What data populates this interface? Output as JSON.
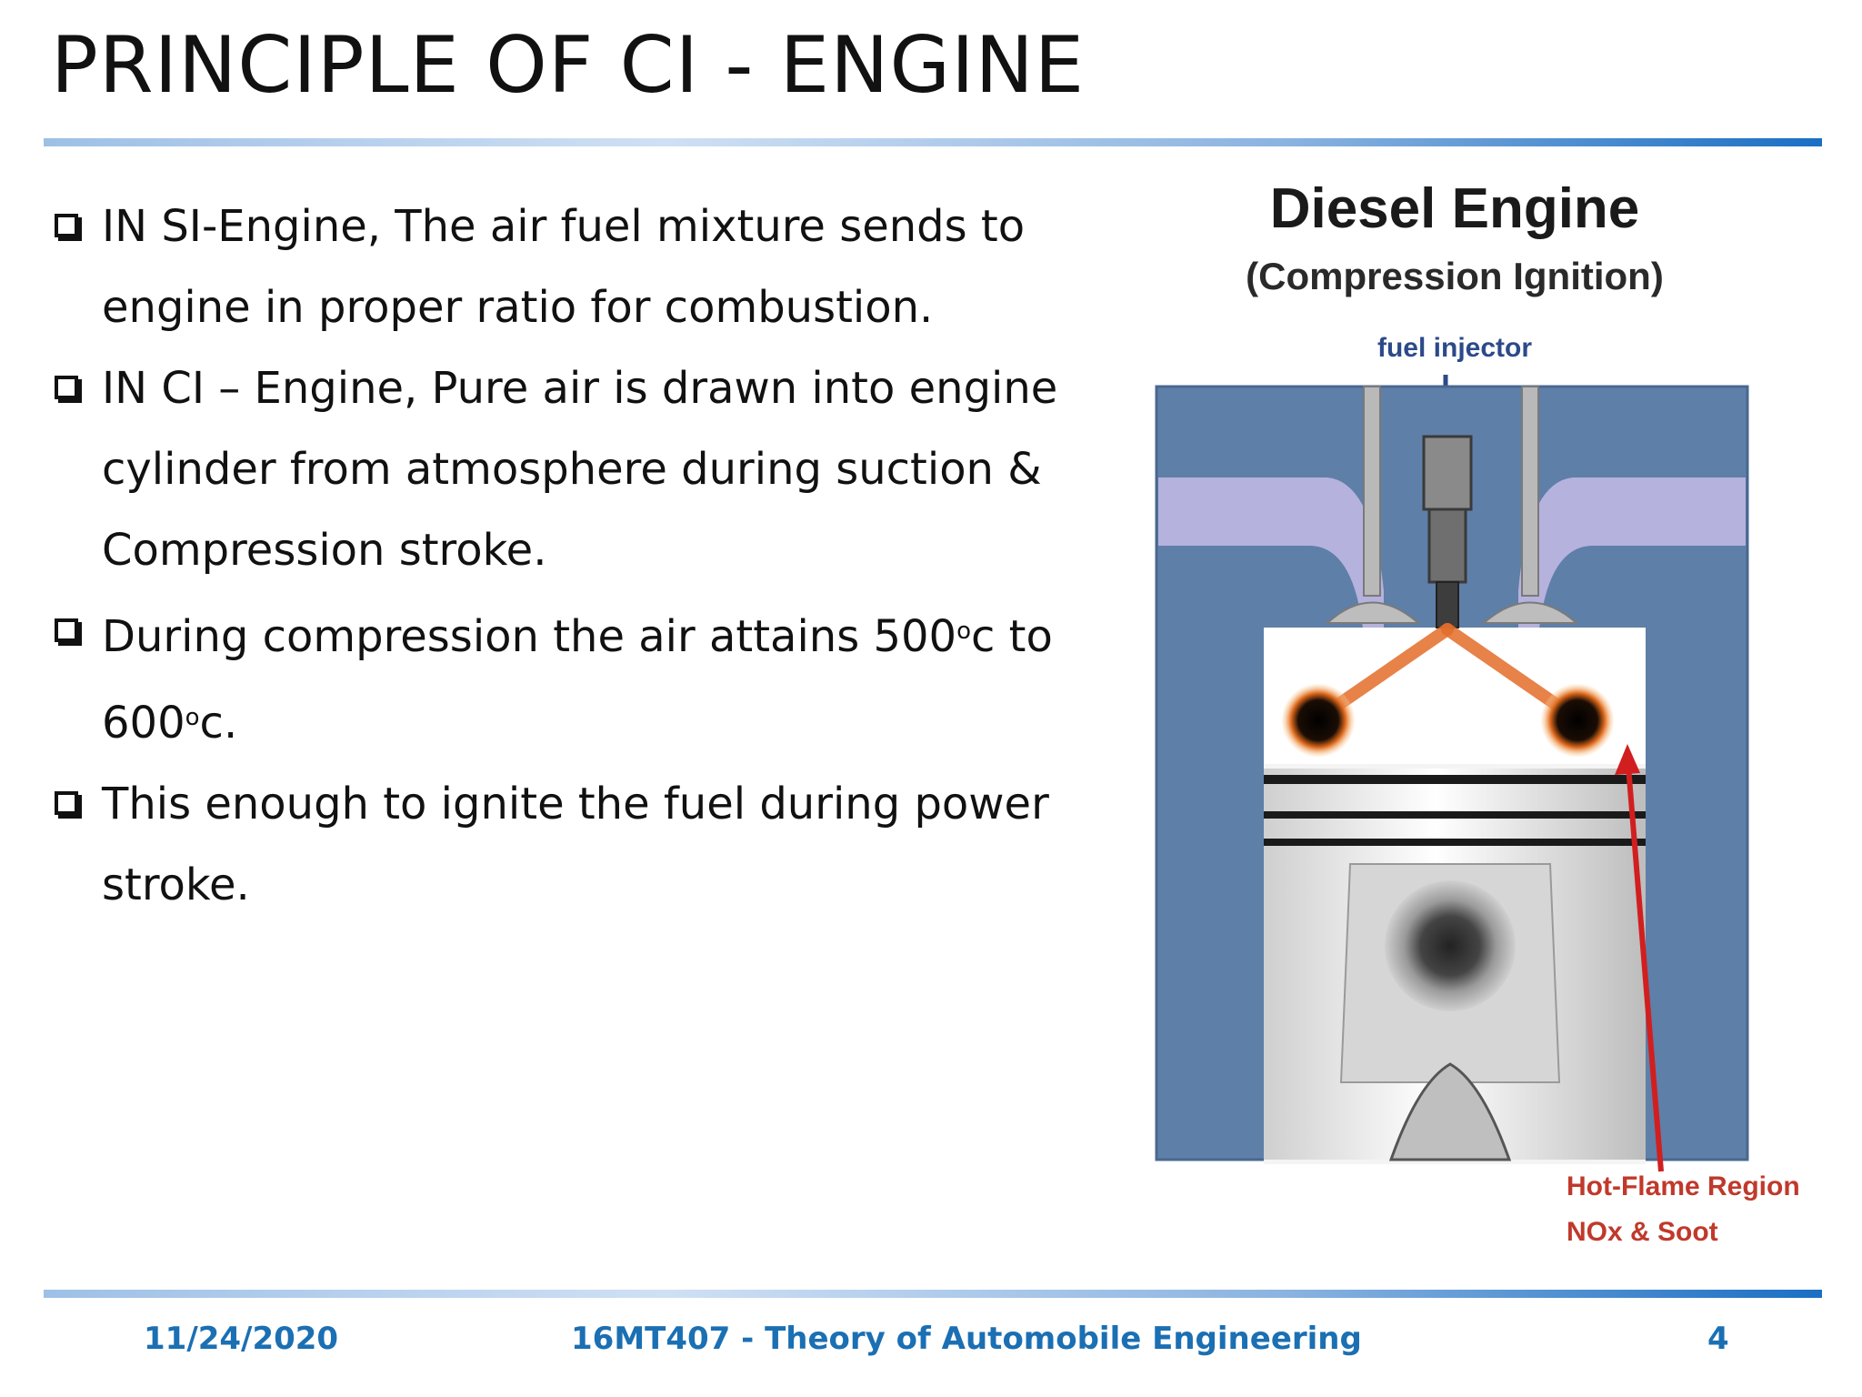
{
  "slide": {
    "title": "PRINCIPLE OF CI - ENGINE"
  },
  "bullets": [
    {
      "pre": "IN SI-Engine, The air fuel mixture sends to engine in proper ratio for combustion."
    },
    {
      "pre": "IN CI – Engine, Pure air is drawn into engine cylinder from atmosphere during suction & Compression stroke."
    },
    {
      "pre": "During compression the air attains 500",
      "sup1": "o",
      "mid": "c to 600",
      "sup2": "o",
      "post": "c."
    },
    {
      "pre": " This enough to ignite the fuel during power stroke."
    }
  ],
  "figure": {
    "title": "Diesel Engine",
    "subtitle": "(Compression Ignition)",
    "injector_label": "fuel injector",
    "region_label_1": "Hot-Flame Region:",
    "region_label_2": "NOx & Soot"
  },
  "footer": {
    "date": "11/24/2020",
    "course": "16MT407 - Theory of Automobile Engineering",
    "page": "4"
  },
  "colors": {
    "accent": "#1b6fb3",
    "engine_block": "#5e7fa8",
    "flame_label": "#c0392b",
    "injector_label": "#2c4a8a"
  }
}
